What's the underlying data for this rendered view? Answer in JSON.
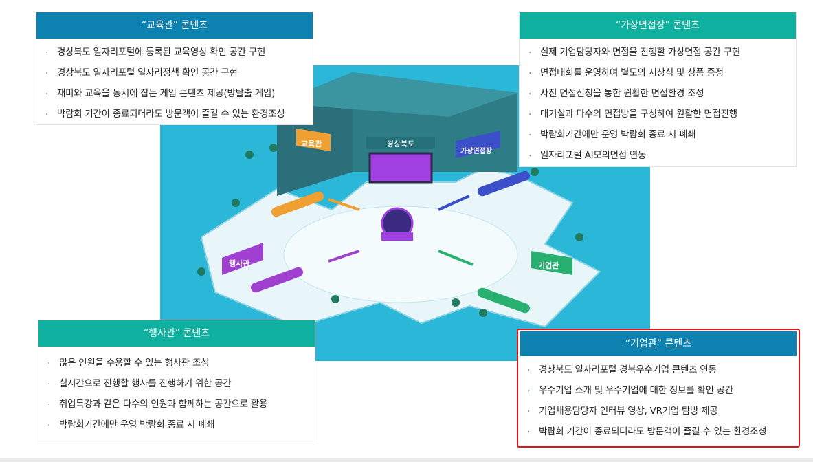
{
  "map": {
    "building_sign": "경상북도",
    "halls": {
      "education": "교육관",
      "virtual": "가상면접장",
      "event": "행사관",
      "enterprise": "기업관"
    },
    "colors": {
      "background": "#2ab7d8",
      "floor": "#e8f6f9",
      "building": "#2e7c86",
      "screen": "#a040e0",
      "education": "#f0a030",
      "virtual": "#3a4fc8",
      "event": "#a040d0",
      "enterprise": "#28b070"
    }
  },
  "panels": {
    "education": {
      "title": "“교육관” 콘텐츠",
      "items": [
        "경상북도 일자리포털에 등록된 교육영상 확인 공간 구현",
        "경상북도 일자리포털 일자리정책 확인 공간 구현",
        "재미와 교육을 동시에 잡는 게임 콘텐츠 제공(방탈출 게임)",
        "박람회 기간이 종료되더라도 방문객이 즐길 수 있는 환경조성"
      ]
    },
    "virtual": {
      "title": "“가상면접장” 콘텐츠",
      "items": [
        "실제 기업담당자와 면접을 진행할 가상면접 공간 구현",
        "면접대회를 운영하여 별도의 시상식 및 상품 증정",
        "사전 면접신청을 통한 원활한 면접환경 조성",
        "대기실과 다수의 면접방을 구성하여 원활한 면접진행",
        "박람회기간에만 운영 박람회 종료 시 폐쇄",
        "일자리포털  AI모의면접 연동"
      ]
    },
    "event": {
      "title": "“행사관” 콘텐츠",
      "items": [
        "많은 인원을 수용할 수 있는 행사관 조성",
        "실시간으로 진행할 행사를 진행하기 위한 공간",
        "취업특강과 같은 다수의 인원과 함께하는 공간으로 활용",
        "박람회기간에만 운영 박람회 종료 시 폐쇄"
      ]
    },
    "enterprise": {
      "title": "“기업관” 콘텐츠",
      "items": [
        "경상북도 일자리포털 경북우수기업  콘텐츠 연동",
        "우수기업 소개 및 우수기업에 대한 정보를 확인 공간",
        "기업채용담당자 인터뷰 영상, VR기업 탐방 제공",
        "박람회 기간이 종료되더라도 방문객이 즐길 수 있는 환경조성"
      ]
    }
  }
}
